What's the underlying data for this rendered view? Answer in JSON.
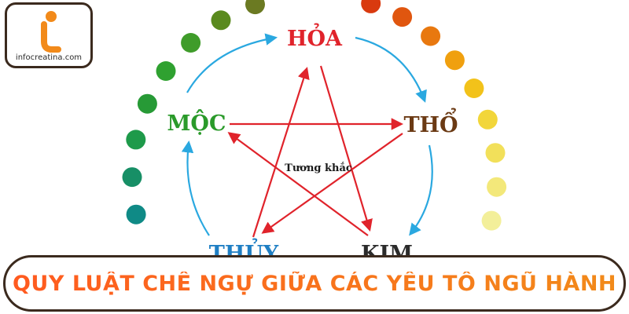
{
  "logo": {
    "text": "infocreatina.com"
  },
  "elements": {
    "fire": "HỎA",
    "earth": "THỔ",
    "metal": "KIM",
    "water": "THỦY",
    "wood": "MỘC"
  },
  "center_label": "Tương khắc",
  "banner": {
    "text": "QUY LUẬT CHẾ NGỰ GIỮA CÁC YẾU TỐ NGŨ HÀNH"
  },
  "colors": {
    "fire": "#e0232b",
    "earth": "#6b3a14",
    "metal": "#2b2b2b",
    "water": "#1f7fc4",
    "wood": "#2a9a2a",
    "generating_arrow": "#2aa8e0",
    "controlling_arrow": "#e0232b",
    "accent": "#f28a1a"
  },
  "dots": {
    "left": [
      "#6b7a22",
      "#5a8a1e",
      "#3f9c2a",
      "#2fa130",
      "#279a36",
      "#1e9a4a",
      "#178f66",
      "#0f8a86"
    ],
    "right": [
      "#d93a0f",
      "#e0560f",
      "#e8780f",
      "#f0a00f",
      "#f2c21a",
      "#f2d63a",
      "#f2e05a",
      "#f3e87a",
      "#f3ef9a"
    ]
  }
}
